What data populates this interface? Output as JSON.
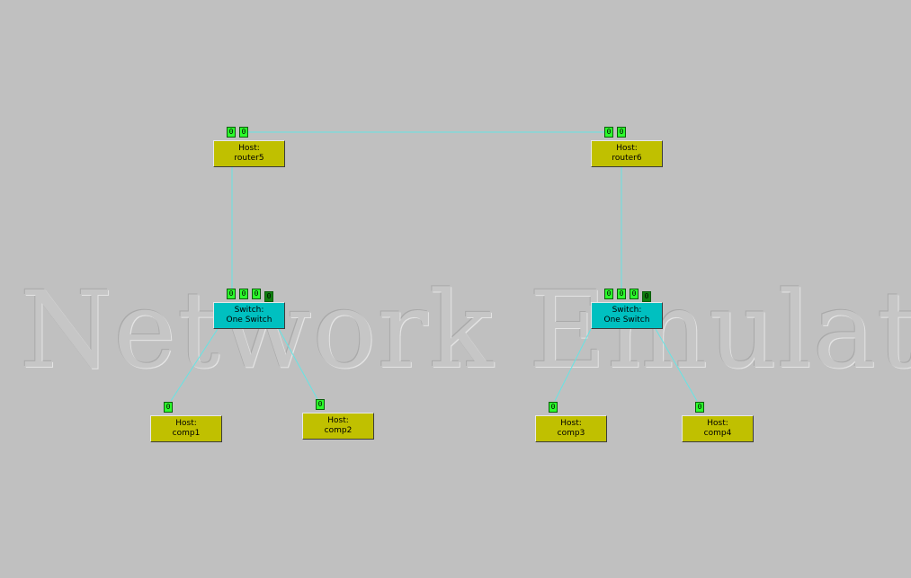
{
  "watermark": "Network Emulator",
  "colors": {
    "background": "#c0c0c0",
    "host": "#c0c000",
    "switch": "#00c0c0",
    "port_active": "#2cff2c",
    "port_dark": "#0f7f0f",
    "link": "#66e4e4"
  },
  "nodes": {
    "router5": {
      "type": "Host:",
      "name": "router5",
      "ports": [
        "0",
        "0"
      ]
    },
    "router6": {
      "type": "Host:",
      "name": "router6",
      "ports": [
        "0",
        "0"
      ]
    },
    "switch_left": {
      "type": "Switch:",
      "name": "One Switch",
      "ports": [
        "0",
        "0",
        "0",
        "0"
      ]
    },
    "switch_right": {
      "type": "Switch:",
      "name": "One Switch",
      "ports": [
        "0",
        "0",
        "0",
        "0"
      ]
    },
    "comp1": {
      "type": "Host:",
      "name": "comp1",
      "ports": [
        "0"
      ]
    },
    "comp2": {
      "type": "Host:",
      "name": "comp2",
      "ports": [
        "0"
      ]
    },
    "comp3": {
      "type": "Host:",
      "name": "comp3",
      "ports": [
        "0"
      ]
    },
    "comp4": {
      "type": "Host:",
      "name": "comp4",
      "ports": [
        "0"
      ]
    }
  }
}
